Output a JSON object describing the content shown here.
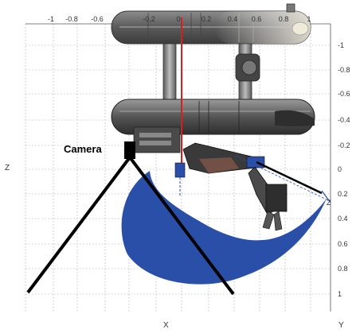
{
  "diagram": {
    "camera_label": "Camera",
    "axis_z_label": "Z",
    "axis_x_label": "X",
    "axis_y_label": "Y",
    "plot_z_label": "Z",
    "top_ticks": [
      "-1",
      "-0.8",
      "-0.6",
      "-0.2",
      "0",
      "0.2",
      "0.4",
      "0.6",
      "0.8",
      "1"
    ],
    "right_ticks": [
      "-1",
      "-0.8",
      "-0.6",
      "-0.4",
      "-0.2",
      "0",
      "0.2",
      "0.4",
      "0.6",
      "0.8",
      "1"
    ],
    "colors": {
      "workspace": "#2a4fa8",
      "hull_dark": "#5a5a5a",
      "hull_light": "#bdbdbd",
      "laser": "#d42020",
      "grid": "#9a9a9a",
      "view_lines": "#000000",
      "arm": "#3a3a3a",
      "arm_accent": "#2a4fa8"
    }
  }
}
